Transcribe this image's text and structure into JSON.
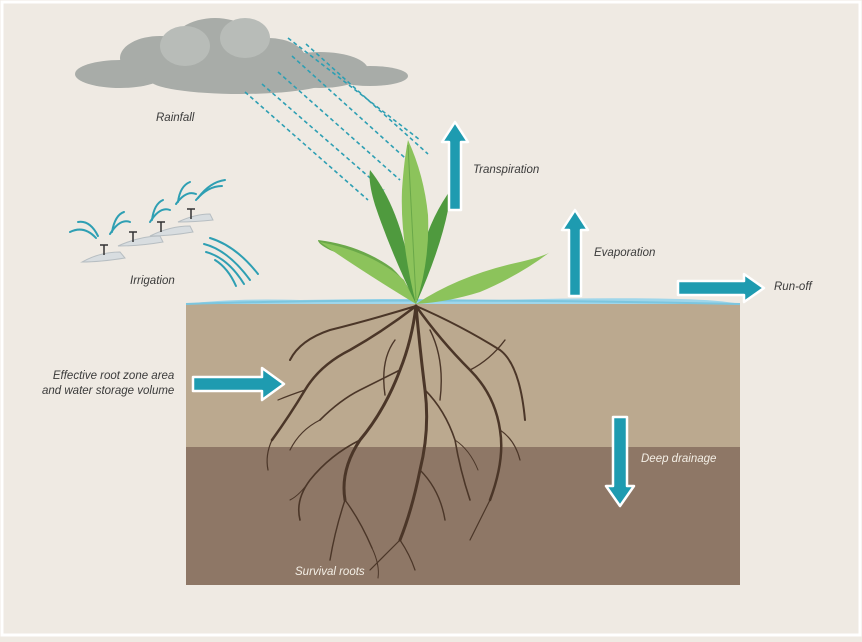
{
  "labels": {
    "rainfall": "Rainfall",
    "irrigation": "Irrigation",
    "transpiration": "Transpiration",
    "evaporation": "Evaporation",
    "runoff": "Run-off",
    "root_zone": "Effective root zone area\nand water storage volume",
    "deep_drainage": "Deep drainage",
    "survival_roots": "Survival roots"
  },
  "colors": {
    "background": "#efeae3",
    "topsoil": "#bba98f",
    "subsoil": "#8e7766",
    "water_film": "#8fd0e6",
    "arrow": "#1e9bb0",
    "arrow_outline": "#ffffff",
    "cloud": "#a8aca8",
    "rain": "#2e9fb3",
    "leaf_dark": "#4f9a3e",
    "leaf_light": "#8cc35b",
    "root": "#4b3628"
  },
  "icons": [
    "cloud-icon",
    "rain-icon",
    "sprinkler-icon",
    "plant-icon",
    "roots-icon",
    "arrow-up-icon",
    "arrow-right-icon",
    "arrow-down-icon"
  ]
}
